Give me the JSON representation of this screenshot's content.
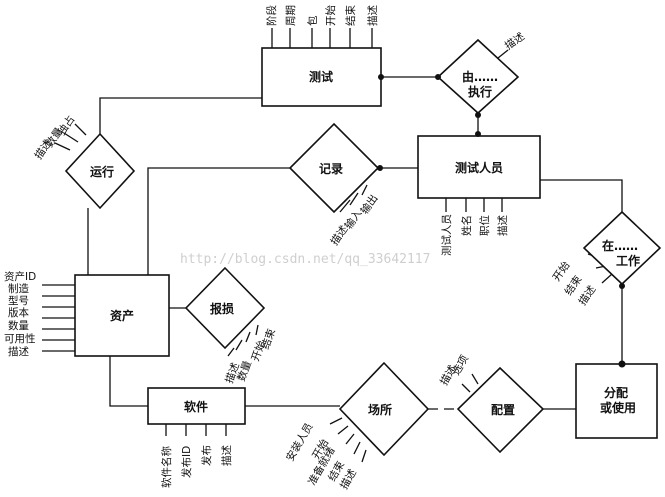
{
  "entities": {
    "test": "测试",
    "tester": "测试人员",
    "asset": "资产",
    "software": "软件",
    "site": "场所",
    "allocation": [
      "分配",
      "或使用"
    ]
  },
  "relationships": {
    "executed_by": [
      "由……",
      "执行"
    ],
    "record": "记录",
    "run": "运行",
    "damage": "报损",
    "configure": "配置",
    "work_at": [
      "在……",
      "工作"
    ]
  },
  "attributes": {
    "test": [
      "阶段",
      "周期",
      "包",
      "开始",
      "结束",
      "描述"
    ],
    "executed_by": [
      "描述"
    ],
    "run": [
      "描述",
      "数量",
      "独占"
    ],
    "record": [
      "描述",
      "输入",
      "输出"
    ],
    "tester": [
      "测试人员",
      "姓名",
      "职位",
      "描述"
    ],
    "work_at": [
      "开始",
      "结束",
      "描述"
    ],
    "asset": [
      "资产ID",
      "制造",
      "型号",
      "版本",
      "数量",
      "可用性",
      "描述"
    ],
    "damage": [
      "描述",
      "数量",
      "开始",
      "结束"
    ],
    "software": [
      "软件名称",
      "发布ID",
      "发布",
      "描述"
    ],
    "site": [
      "安装人员",
      "开始",
      "准备就绪",
      "结束",
      "描述"
    ],
    "configure": [
      "描述",
      "选项"
    ]
  },
  "watermark": "http://blog.csdn.net/qq_33642117"
}
